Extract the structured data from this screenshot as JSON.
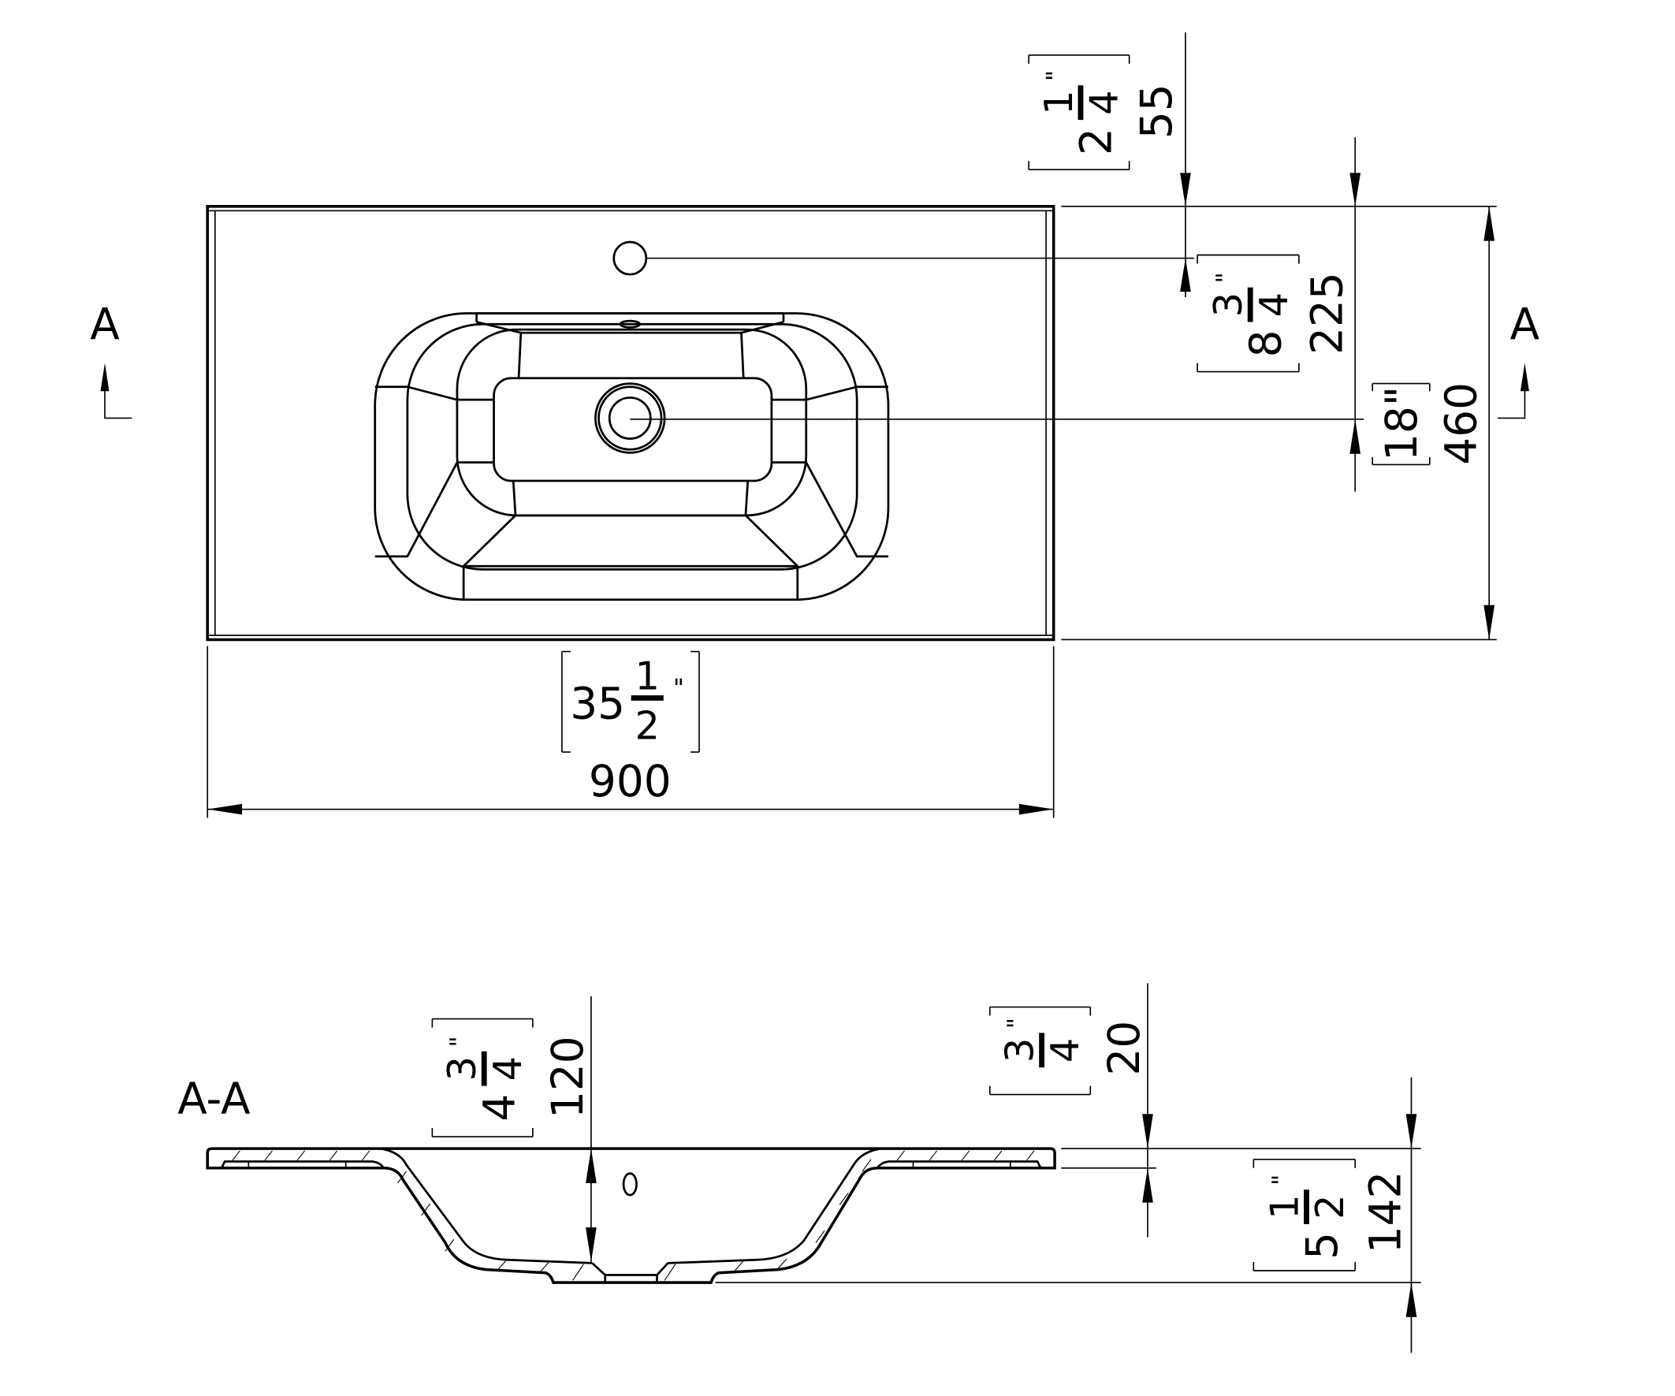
{
  "drawing": {
    "top_view": {
      "section_marker_left": "A",
      "section_marker_right": "A",
      "dim_width": {
        "mm": "900",
        "inch_whole": "35",
        "inch_num": "1",
        "inch_den": "2",
        "inch_mark": "\""
      },
      "dim_tap_offset": {
        "mm": "55",
        "inch_whole": "2",
        "inch_num": "1",
        "inch_den": "4",
        "inch_mark": "\""
      },
      "dim_drain_offset": {
        "mm": "225",
        "inch_whole": "8",
        "inch_num": "3",
        "inch_den": "4",
        "inch_mark": "\""
      },
      "dim_depth": {
        "mm": "460",
        "inch": "18\""
      }
    },
    "section_view": {
      "title": "A-A",
      "dim_bowl_depth": {
        "mm": "120",
        "inch_whole": "4",
        "inch_num": "3",
        "inch_den": "4",
        "inch_mark": "\""
      },
      "dim_thickness": {
        "mm": "20",
        "inch_num": "3",
        "inch_den": "4",
        "inch_mark": "\""
      },
      "dim_total_height": {
        "mm": "142",
        "inch_whole": "5",
        "inch_num": "1",
        "inch_den": "2",
        "inch_mark": "\""
      }
    }
  }
}
